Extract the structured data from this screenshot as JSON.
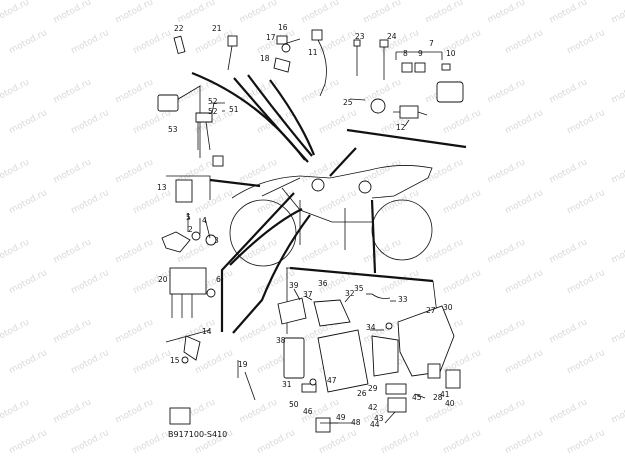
{
  "diagram": {
    "watermark_text": "motod.ru",
    "code": "B917100-S410",
    "part_numbers": [
      "1",
      "2",
      "3",
      "4",
      "5",
      "6",
      "7",
      "8",
      "9",
      "10",
      "11",
      "12",
      "13",
      "14",
      "15",
      "16",
      "17",
      "18",
      "19",
      "20",
      "21",
      "22",
      "23",
      "24",
      "25",
      "26",
      "27",
      "28",
      "29",
      "30",
      "31",
      "32",
      "33",
      "34",
      "35",
      "36",
      "37",
      "38",
      "39",
      "40",
      "41",
      "42",
      "43",
      "44",
      "45",
      "46",
      "47",
      "48",
      "49",
      "50",
      "51",
      "52",
      "53"
    ]
  }
}
